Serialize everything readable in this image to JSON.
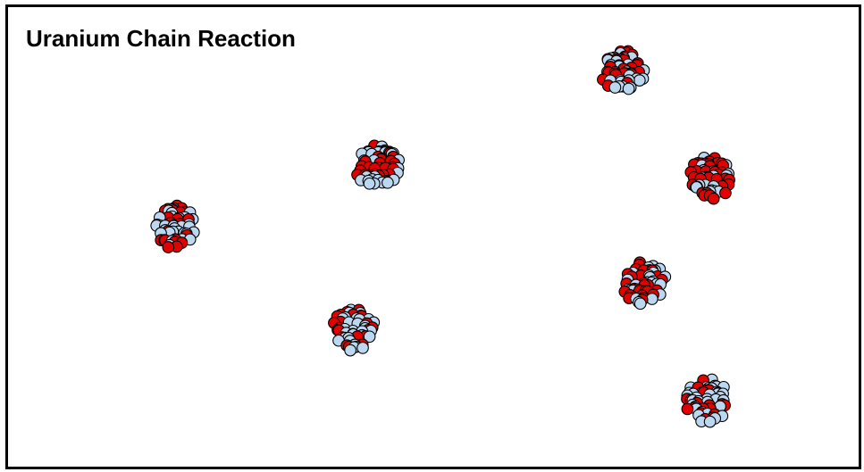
{
  "title": "Uranium Chain Reaction",
  "colors": {
    "proton": "#e30000",
    "neutron": "#bcd7f0",
    "outline": "#000000",
    "frame": "#000000"
  },
  "nuclei": [
    {
      "id": "nucleus-1"
    },
    {
      "id": "nucleus-2"
    },
    {
      "id": "nucleus-3"
    },
    {
      "id": "nucleus-4"
    },
    {
      "id": "nucleus-5"
    },
    {
      "id": "nucleus-6"
    },
    {
      "id": "nucleus-7"
    }
  ]
}
